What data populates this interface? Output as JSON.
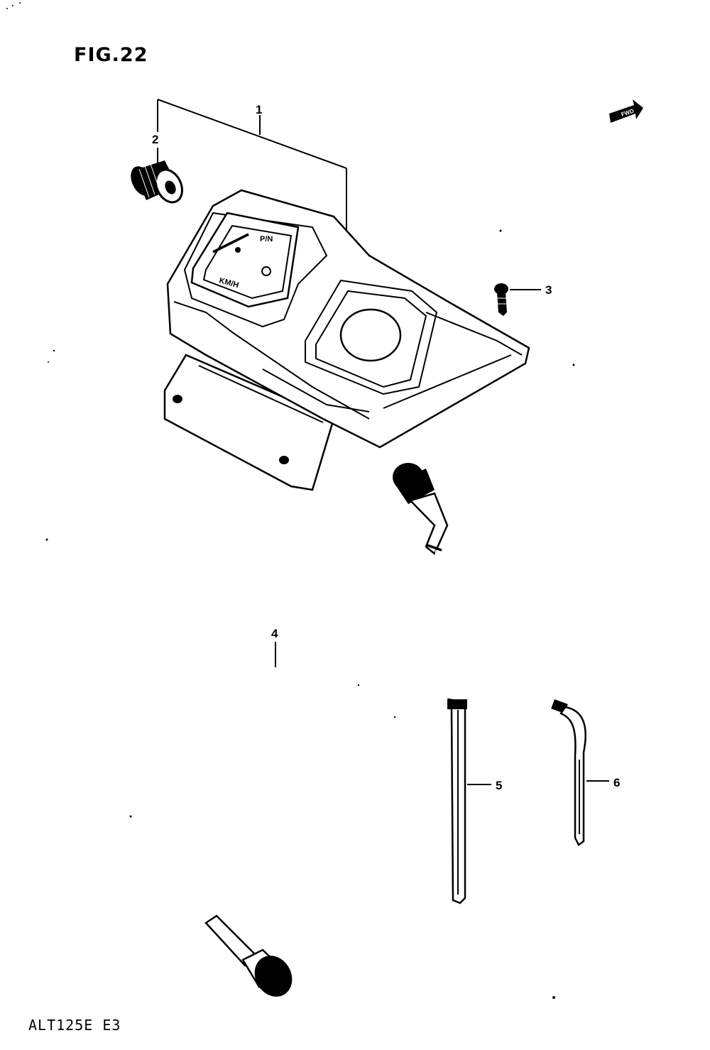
{
  "figure": {
    "title": "FIG.22",
    "model": "ALT125E E3",
    "direction_tag": "FWD"
  },
  "callouts": [
    {
      "number": "1",
      "part": "meter-assembly"
    },
    {
      "number": "2",
      "part": "knob"
    },
    {
      "number": "3",
      "part": "screw"
    },
    {
      "number": "4",
      "part": "speedometer-cable"
    },
    {
      "number": "5",
      "part": "cable-band"
    },
    {
      "number": "6",
      "part": "clamp"
    }
  ],
  "colors": {
    "line": "#000000",
    "background": "#ffffff"
  }
}
